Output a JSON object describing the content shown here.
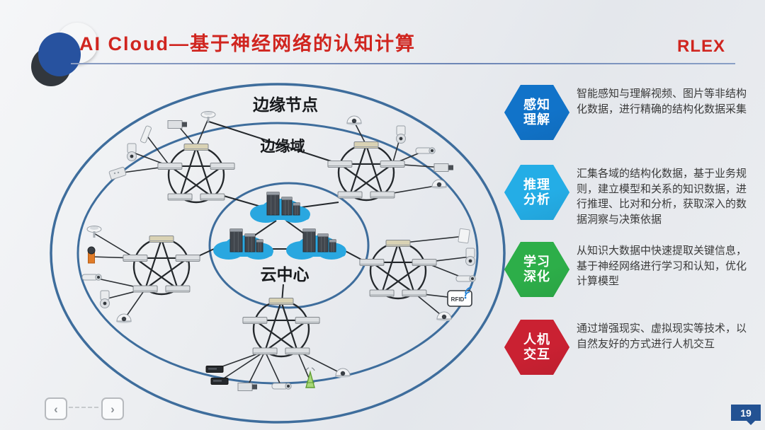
{
  "title": "AI Cloud—基于神经网络的认知计算",
  "brand": "RLEX",
  "diagram": {
    "outer_label": "边缘节点",
    "middle_label": "边缘域",
    "center_label": "云中心",
    "rfid_label": "RFID",
    "ring_color": "#3e6d9c",
    "cloud_color": "#29a7e0"
  },
  "features": [
    {
      "line1": "感知",
      "line2": "理解",
      "color": "#1173c9",
      "text": "智能感知与理解视频、图片等非结构化数据，进行精确的结构化数据采集"
    },
    {
      "line1": "推理",
      "line2": "分析",
      "color": "#24ade6",
      "text": "汇集各域的结构化数据，基于业务规则，建立模型和关系的知识数据，进行推理、比对和分析，获取深入的数据洞察与决策依据"
    },
    {
      "line1": "学习",
      "line2": "深化",
      "color": "#2dae49",
      "text": "从知识大数据中快速提取关键信息，基于神经网络进行学习和认知，优化计算模型"
    },
    {
      "line1": "人机",
      "line2": "交互",
      "color": "#ca2132",
      "text": "通过增强现实、虚拟现实等技术，以自然友好的方式进行人机交互"
    }
  ],
  "nav": {
    "prev": "‹",
    "next": "›"
  },
  "page_number": "19"
}
